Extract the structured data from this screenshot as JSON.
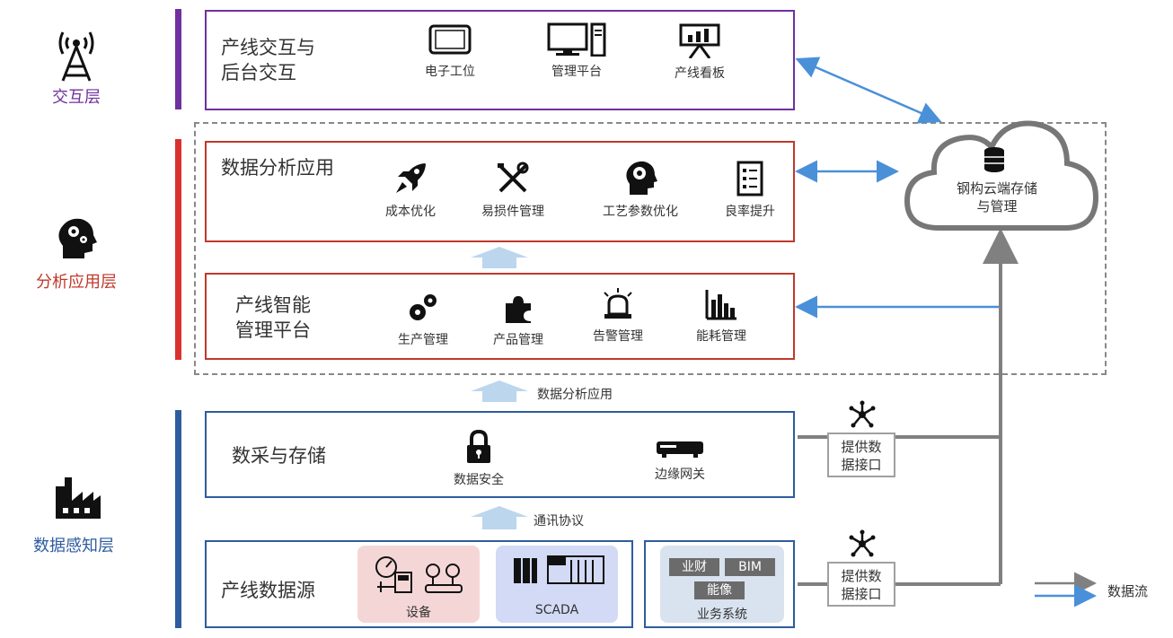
{
  "layers": {
    "interaction": "交互层",
    "analysis": "分析应用层",
    "perception": "数据感知层"
  },
  "boxes": {
    "interaction": {
      "title": "产线交互与\n后台交互",
      "items": [
        "电子工位",
        "管理平台",
        "产线看板"
      ]
    },
    "analysis": {
      "title": "数据分析应用",
      "items": [
        "成本优化",
        "易损件管理",
        "工艺参数优化",
        "良率提升"
      ]
    },
    "smart": {
      "title": "产线智能\n管理平台",
      "items": [
        "生产管理",
        "产品管理",
        "告警管理",
        "能耗管理"
      ]
    },
    "collect": {
      "title": "数采与存储",
      "items": [
        "数据安全",
        "边缘网关"
      ]
    },
    "source": {
      "title": "产线数据源",
      "panels": [
        "设备",
        "SCADA",
        "业务系统"
      ],
      "tags": [
        "业财",
        "BIM",
        "能像"
      ]
    }
  },
  "arrows": {
    "analysis_label": "数据分析应用",
    "protocol_label": "通讯协议"
  },
  "cloud": {
    "label": "钢构云端存储\n与管理"
  },
  "interface": {
    "label": "提供数\n据接口"
  },
  "legend": {
    "label": "数据流"
  },
  "colors": {
    "purple": "#7030a0",
    "red": "#c0392b",
    "blue": "#2e5c9e",
    "arrow": "#4a90d9",
    "light_arrow": "#bcd6ee",
    "gray": "#808080"
  }
}
